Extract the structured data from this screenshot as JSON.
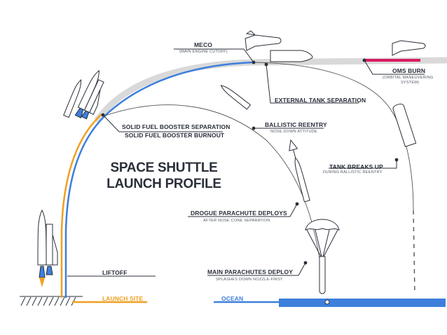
{
  "title": {
    "line1": "SPACE SHUTTLE",
    "line2": "LAUNCH PROFILE"
  },
  "labels": {
    "meco": "MECO",
    "meco_sub": "(MAIN ENGINE CUTOFF)",
    "oms_burn": "OMS BURN",
    "oms_sub1": "(ORBITAL MANEUVERING",
    "oms_sub2": "SYSTEM)",
    "external_tank_separation": "EXTERNAL TANK SEPARATION",
    "srb_separation": "SOLID FUEL BOOSTER SEPARATION",
    "srb_burnout": "SOLID FUEL BOOSTER BURNOUT",
    "ballistic_reentry": "BALLISTIC REENTRY",
    "ballistic_reentry_sub": "NOSE DOWN ATTITUDE",
    "tank_breaks_up": "TANK BREAKS UP",
    "tank_breaks_up_sub": "DURING BALLISTIC REENTRY",
    "drogue_parachute": "DROGUE PARACHUTE DEPLOYS",
    "drogue_parachute_sub": "AFTER NOSE CONE SEPARATION",
    "main_parachutes": "MAIN PARACHUTES DEPLOY",
    "main_parachutes_sub": "SPLASHES DOWN NOZZLE-FIRST",
    "liftoff": "LIFTOFF",
    "launch_site": "LAUNCH SITE",
    "ocean": "OCEAN"
  },
  "colors": {
    "shuttle_path": "#3d7fdc",
    "booster_path": "#f0a020",
    "orbit_band": "#d9d9d9",
    "oms_burn": "#d81b60",
    "ocean": "#3d7fdc",
    "ink": "#2a2f3a"
  }
}
